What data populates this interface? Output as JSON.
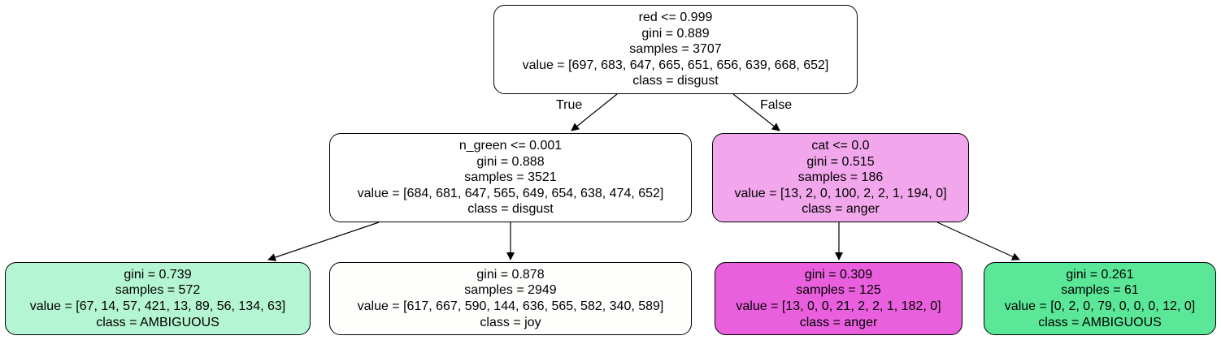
{
  "nodes": [
    {
      "id": "n0",
      "fill": "#ffffff",
      "lines": [
        "red <= 0.999",
        "gini = 0.889",
        "samples = 3707",
        "value = [697, 683, 647, 665, 651, 656, 639, 668, 652]",
        "class = disgust"
      ]
    },
    {
      "id": "n1",
      "fill": "#ffffff",
      "lines": [
        "n_green <= 0.001",
        "gini = 0.888",
        "samples = 3521",
        "value = [684, 681, 647, 565, 649, 654, 638, 474, 652]",
        "class = disgust"
      ]
    },
    {
      "id": "n2",
      "fill": "#f2a7ec",
      "lines": [
        "cat <= 0.0",
        "gini = 0.515",
        "samples = 186",
        "value = [13, 2, 0, 100, 2, 2, 1, 194, 0]",
        "class = anger"
      ]
    },
    {
      "id": "n3",
      "fill": "#b4f5d3",
      "lines": [
        "gini = 0.739",
        "samples = 572",
        "value = [67, 14, 57, 421, 13, 89, 56, 134, 63]",
        "class = AMBIGUOUS"
      ]
    },
    {
      "id": "n4",
      "fill": "#fefefd",
      "lines": [
        "gini = 0.878",
        "samples = 2949",
        "value = [617, 667, 590, 144, 636, 565, 582, 340, 589]",
        "class = joy"
      ]
    },
    {
      "id": "n5",
      "fill": "#ea5fde",
      "lines": [
        "gini = 0.309",
        "samples = 125",
        "value = [13, 0, 0, 21, 2, 2, 1, 182, 0]",
        "class = anger"
      ]
    },
    {
      "id": "n6",
      "fill": "#5ae898",
      "lines": [
        "gini = 0.261",
        "samples = 61",
        "value = [0, 2, 0, 79, 0, 0, 0, 12, 0]",
        "class = AMBIGUOUS"
      ]
    }
  ],
  "edges": [
    {
      "from": "n0",
      "to": "n1",
      "label": "True"
    },
    {
      "from": "n0",
      "to": "n2",
      "label": "False"
    },
    {
      "from": "n1",
      "to": "n3",
      "label": ""
    },
    {
      "from": "n1",
      "to": "n4",
      "label": ""
    },
    {
      "from": "n2",
      "to": "n5",
      "label": ""
    },
    {
      "from": "n2",
      "to": "n6",
      "label": ""
    }
  ]
}
